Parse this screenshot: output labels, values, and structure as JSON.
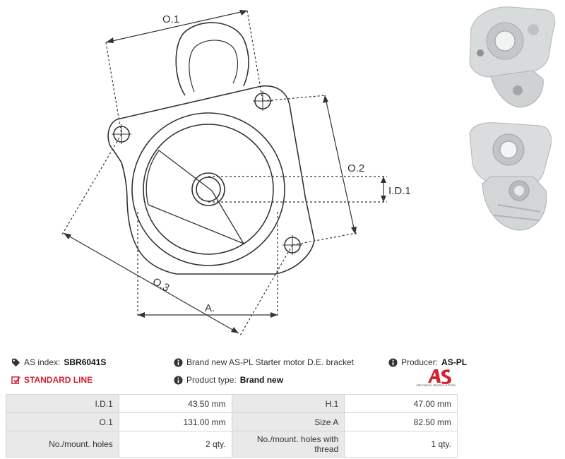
{
  "drawing": {
    "labels": {
      "o1": "O.1",
      "o2": "O.2",
      "o3": "O.3",
      "id1": "I.D.1",
      "a": "A."
    }
  },
  "product": {
    "as_index_label": "AS index:",
    "as_index_value": "SBR6041S",
    "line_label": "STANDARD LINE",
    "description": "Brand new AS-PL Starter motor D.E. bracket",
    "product_type_label": "Product type:",
    "product_type_value": "Brand new",
    "producer_label": "Producer:",
    "producer_value": "AS-PL",
    "logo_tagline": "Alternators, Starters & Parts"
  },
  "specs": [
    {
      "k1": "I.D.1",
      "v1": "43.50 mm",
      "k2": "H.1",
      "v2": "47.00 mm"
    },
    {
      "k1": "O.1",
      "v1": "131.00 mm",
      "k2": "Size A",
      "v2": "82.50 mm"
    },
    {
      "k1": "No./mount. holes",
      "v1": "2 qty.",
      "k2": "No./mount. holes with thread",
      "v2": "1 qty."
    }
  ],
  "colors": {
    "accent_red": "#d0212f",
    "table_header_bg": "#e9e9e9"
  }
}
